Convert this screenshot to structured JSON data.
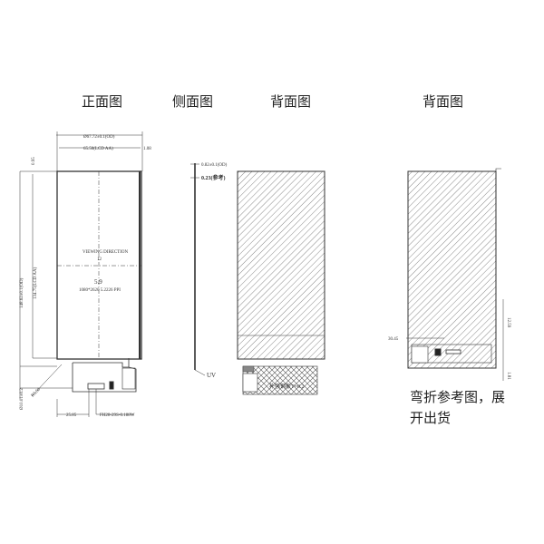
{
  "headings": {
    "front": "正面图",
    "side": "侧面图",
    "back": "背面图",
    "back_bent": "背面图"
  },
  "front": {
    "dim_outer_width": "Ø67.72±0.1(OD)",
    "dim_aa_width": "65.50(LCD AA)",
    "dim_right": "1.08",
    "dim_top": "0.95",
    "dim_outer_height": "148.62±0.1(OD)",
    "dim_aa_height": "134.75(LCD AA)",
    "dim_bottom": "Ø10.01±0.2",
    "viewing_direction": "VIEWING DIRECTION",
    "clock": "12",
    "size": "5.9",
    "resolution": "1080*2620 5.2226 PPI",
    "dim_corner": "R5.50",
    "dim_fpc": "25.85",
    "connector": "FH28-29S-0.188W"
  },
  "side": {
    "dim_total": "0.82±0.1(OD)",
    "dim_glass": "0.23(参考)",
    "label_uv": "UV"
  },
  "back": {
    "stiffener": "补强钢板T=0.2"
  },
  "back_bent": {
    "dim_left": "30.45",
    "dim_right": "12.59",
    "dim_bottom": "1.81",
    "note_line1": "弯折参考图，展",
    "note_line2": "开出货"
  }
}
